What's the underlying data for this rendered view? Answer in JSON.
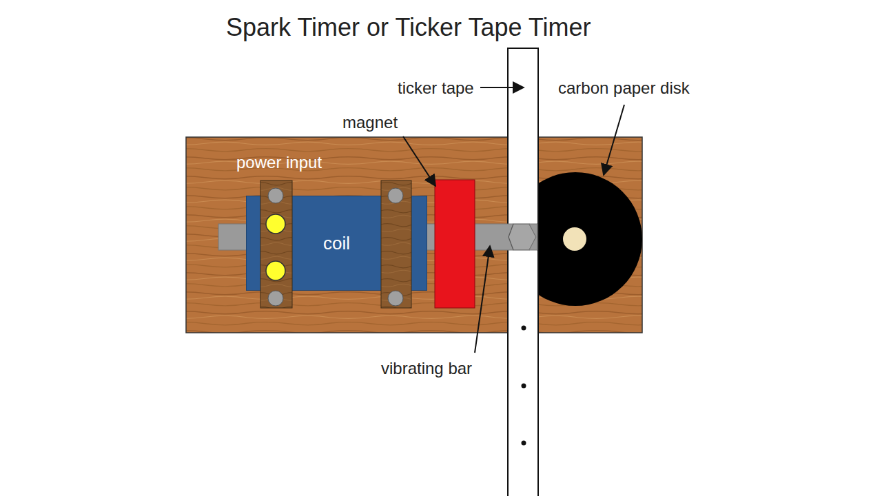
{
  "diagram": {
    "title": "Spark Timer or Ticker Tape Timer",
    "nodes": [
      {
        "text": [
          "coil"
        ]
      }
    ],
    "labels": [
      "ticker tape",
      "carbon paper disk",
      "magnet",
      "power input",
      "vibrating bar"
    ]
  }
}
